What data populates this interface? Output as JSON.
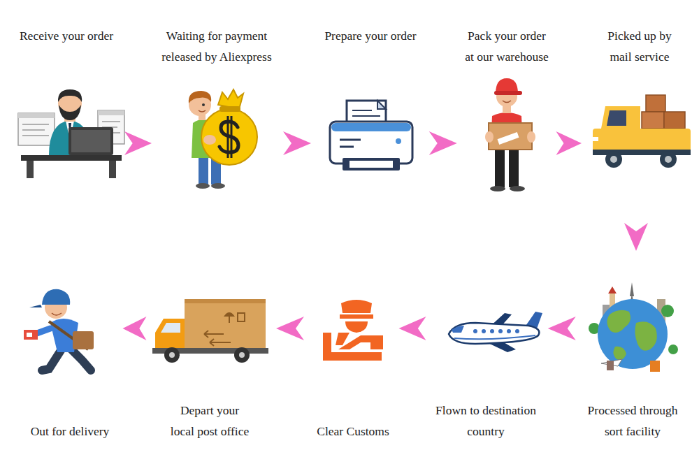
{
  "diagram": {
    "nodes": [
      {
        "text": [
          "Receive your order"
        ]
      },
      {
        "text": [
          "Waiting for payment released by Aliexpress"
        ]
      },
      {
        "text": [
          "Prepare your order"
        ]
      },
      {
        "text": [
          "Pack your order at our warehouse"
        ]
      },
      {
        "text": [
          "Picked up by mail service"
        ]
      },
      {
        "text": [
          "Processed through sort facility"
        ]
      },
      {
        "text": [
          "Flown to destination country"
        ]
      },
      {
        "text": [
          "Clear Customs"
        ]
      },
      {
        "text": [
          "Depart your local post office"
        ]
      },
      {
        "text": [
          "Out for delivery"
        ]
      }
    ],
    "edges": [
      {
        "from": 0,
        "to": 1,
        "arrow": "to"
      },
      {
        "from": 1,
        "to": 2,
        "arrow": "to"
      },
      {
        "from": 2,
        "to": 3,
        "arrow": "to"
      },
      {
        "from": 3,
        "to": 4,
        "arrow": "to"
      },
      {
        "from": 4,
        "to": 5,
        "arrow": "to"
      },
      {
        "from": 5,
        "to": 6,
        "arrow": "to"
      },
      {
        "from": 6,
        "to": 7,
        "arrow": "to"
      },
      {
        "from": 7,
        "to": 8,
        "arrow": "to"
      },
      {
        "from": 8,
        "to": 9,
        "arrow": "to"
      }
    ]
  }
}
